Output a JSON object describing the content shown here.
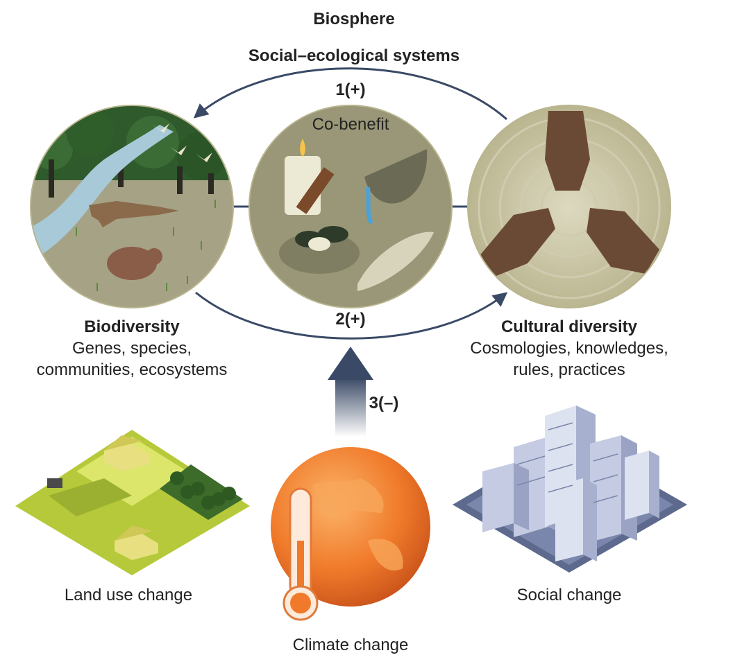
{
  "header": {
    "biosphere": "Biosphere",
    "social_ecological": "Social–ecological systems"
  },
  "links": {
    "top_arrow": "1(+)",
    "bottom_arrow": "2(+)",
    "driver_arrow": "3(–)"
  },
  "center": {
    "title": "Co-benefit"
  },
  "biodiversity": {
    "title": "Biodiversity",
    "line1": "Genes, species,",
    "line2": "communities, ecosystems"
  },
  "cultural": {
    "title": "Cultural diversity",
    "line1": "Cosmologies, knowledges,",
    "line2": "rules, practices"
  },
  "drivers": {
    "land_use": "Land use change",
    "climate": "Climate change",
    "social": "Social change"
  },
  "colors": {
    "arrow": "#3a4a66",
    "earth": "#f07a2a",
    "forest": "#2e5a2c",
    "field": "#b5c93a",
    "city": "#8a94b8",
    "circle_bg": "#b9b58f"
  }
}
